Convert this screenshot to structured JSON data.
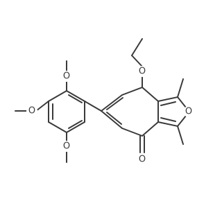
{
  "molecule": {
    "atoms": [
      {
        "id": "O_ethoxy",
        "symbol": "O"
      },
      {
        "id": "O_furan",
        "symbol": "O"
      },
      {
        "id": "O_ketone",
        "symbol": "O"
      },
      {
        "id": "O_methoxy_top",
        "symbol": "O"
      },
      {
        "id": "O_methoxy_mid",
        "symbol": "O"
      },
      {
        "id": "O_methoxy_bot",
        "symbol": "O"
      }
    ],
    "colors": {
      "bond": "#3a3a3a",
      "label": "#3a3a3a",
      "background": "#ffffff"
    }
  }
}
